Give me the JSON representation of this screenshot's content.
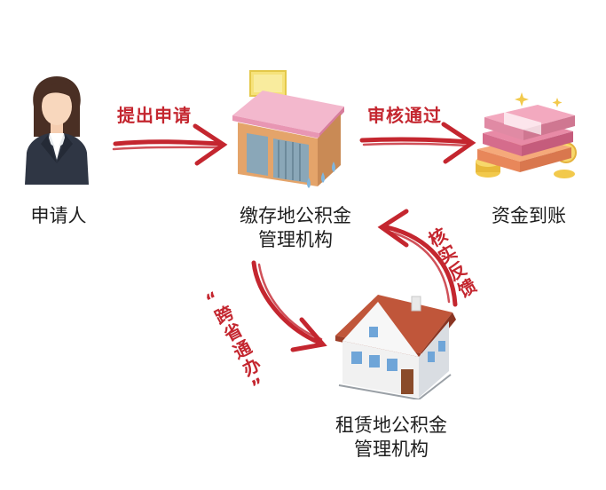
{
  "nodes": {
    "applicant": {
      "label": "申请人"
    },
    "deposit_agency": {
      "line1": "缴存地公积金",
      "line2": "管理机构"
    },
    "funds": {
      "label": "资金到账"
    },
    "rental_agency": {
      "line1": "租赁地公积金",
      "line2": "管理机构"
    }
  },
  "edges": {
    "submit": {
      "label": "提出申请"
    },
    "approve": {
      "label": "审核通过"
    },
    "cross_province": {
      "chars": [
        "“",
        "跨",
        "省",
        "通",
        "办",
        "”"
      ]
    },
    "verify_feedback": {
      "chars": [
        "核",
        "实",
        "反",
        "馈"
      ]
    }
  },
  "colors": {
    "arrow": "#c4262f",
    "label_text": "#c4262f",
    "node_text": "#1f1f1f"
  }
}
